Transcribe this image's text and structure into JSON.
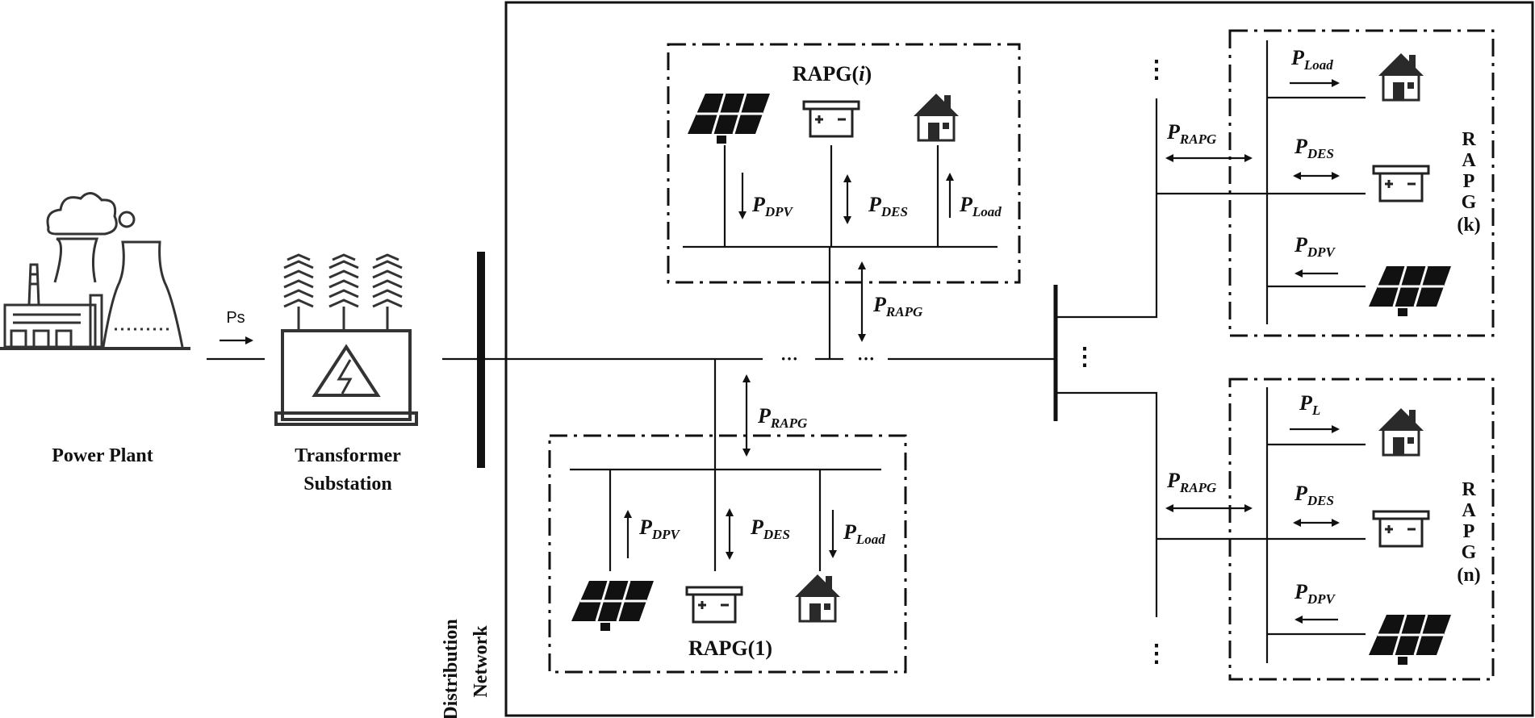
{
  "labels": {
    "power_plant": "Power Plant",
    "transformer_line1": "Transformer",
    "transformer_line2": "Substation",
    "ps": "Ps",
    "distribution_line1": "Distribution",
    "distribution_line2": "Network",
    "dots_h": "···",
    "dots_v": "⋮"
  },
  "rapg_i": {
    "title_prefix": "RAPG(",
    "title_index": "i",
    "title_suffix": ")",
    "p_dpv": {
      "p": "P",
      "sub": "DPV"
    },
    "p_des": {
      "p": "P",
      "sub": "DES"
    },
    "p_load": {
      "p": "P",
      "sub": "Load"
    },
    "p_rapg": {
      "p": "P",
      "sub": "RAPG"
    }
  },
  "rapg_1": {
    "title": "RAPG(1)",
    "p_dpv": {
      "p": "P",
      "sub": "DPV"
    },
    "p_des": {
      "p": "P",
      "sub": "DES"
    },
    "p_load": {
      "p": "P",
      "sub": "Load"
    },
    "p_rapg": {
      "p": "P",
      "sub": "RAPG"
    }
  },
  "rapg_k": {
    "title_letters": [
      "R",
      "A",
      "P",
      "G",
      "(k)"
    ],
    "p_load": {
      "p": "P",
      "sub": "Load"
    },
    "p_des": {
      "p": "P",
      "sub": "DES"
    },
    "p_dpv": {
      "p": "P",
      "sub": "DPV"
    },
    "p_rapg": {
      "p": "P",
      "sub": "RAPG"
    }
  },
  "rapg_n": {
    "title_letters": [
      "R",
      "A",
      "P",
      "G",
      "(n)"
    ],
    "p_l": {
      "p": "P",
      "sub": "L"
    },
    "p_des": {
      "p": "P",
      "sub": "DES"
    },
    "p_dpv": {
      "p": "P",
      "sub": "DPV"
    },
    "p_rapg": {
      "p": "P",
      "sub": "RAPG"
    }
  },
  "icons": [
    "power-plant-icon",
    "transformer-icon",
    "solar-panel-icon",
    "battery-icon",
    "house-icon"
  ]
}
